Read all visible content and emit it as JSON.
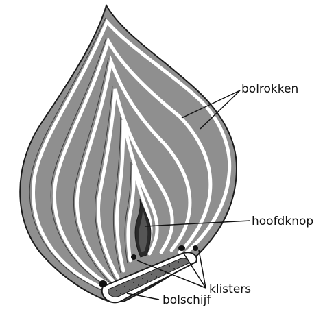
{
  "labels": {
    "bolrokken": "bolrokken",
    "hoofdknop": "hoofdknop",
    "klisters": "klisters",
    "bolschijf": "bolschijf"
  },
  "colors": {
    "scale_fill": "#8f8f8f",
    "scale_fill_inner": "#a0a0a0",
    "outline": "#1a1a1a",
    "gap": "#ffffff",
    "bud": "#2a2a2a",
    "background": "#ffffff"
  }
}
